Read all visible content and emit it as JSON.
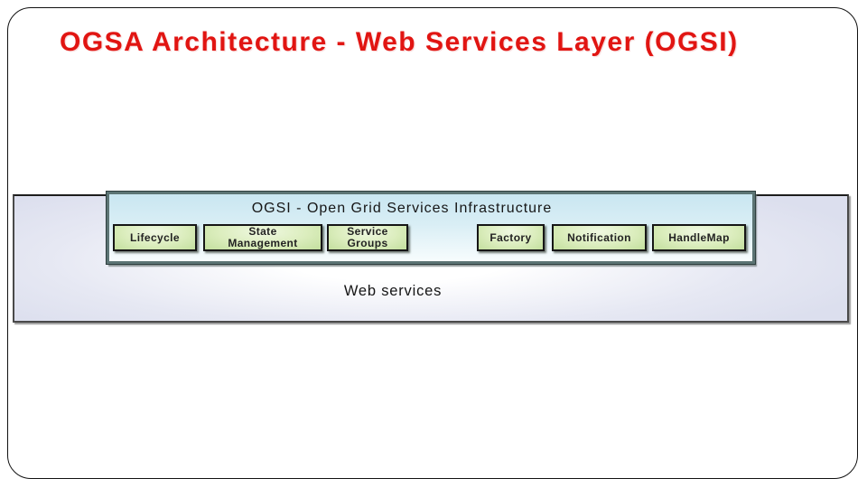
{
  "slide": {
    "title": "OGSA Architecture - Web Services Layer (OGSI)",
    "title_color": "#e11512"
  },
  "diagram": {
    "ogsi": {
      "title": "OGSI - Open Grid Services Infrastructure",
      "boxes": [
        {
          "label": "Lifecycle"
        },
        {
          "label": "State\nManagement"
        },
        {
          "label": "Service\nGroups"
        },
        {
          "label": "Factory"
        },
        {
          "label": "Notification"
        },
        {
          "label": "HandleMap"
        }
      ],
      "fill_top_color": "#c9e6f1",
      "border_color": "#5c7474",
      "box_fill_color": "#dbedbd",
      "box_border_color": "#161616"
    },
    "web_services": {
      "label": "Web services",
      "fill_color": "#dcdfee",
      "border_color": "#4a4a4a"
    }
  }
}
